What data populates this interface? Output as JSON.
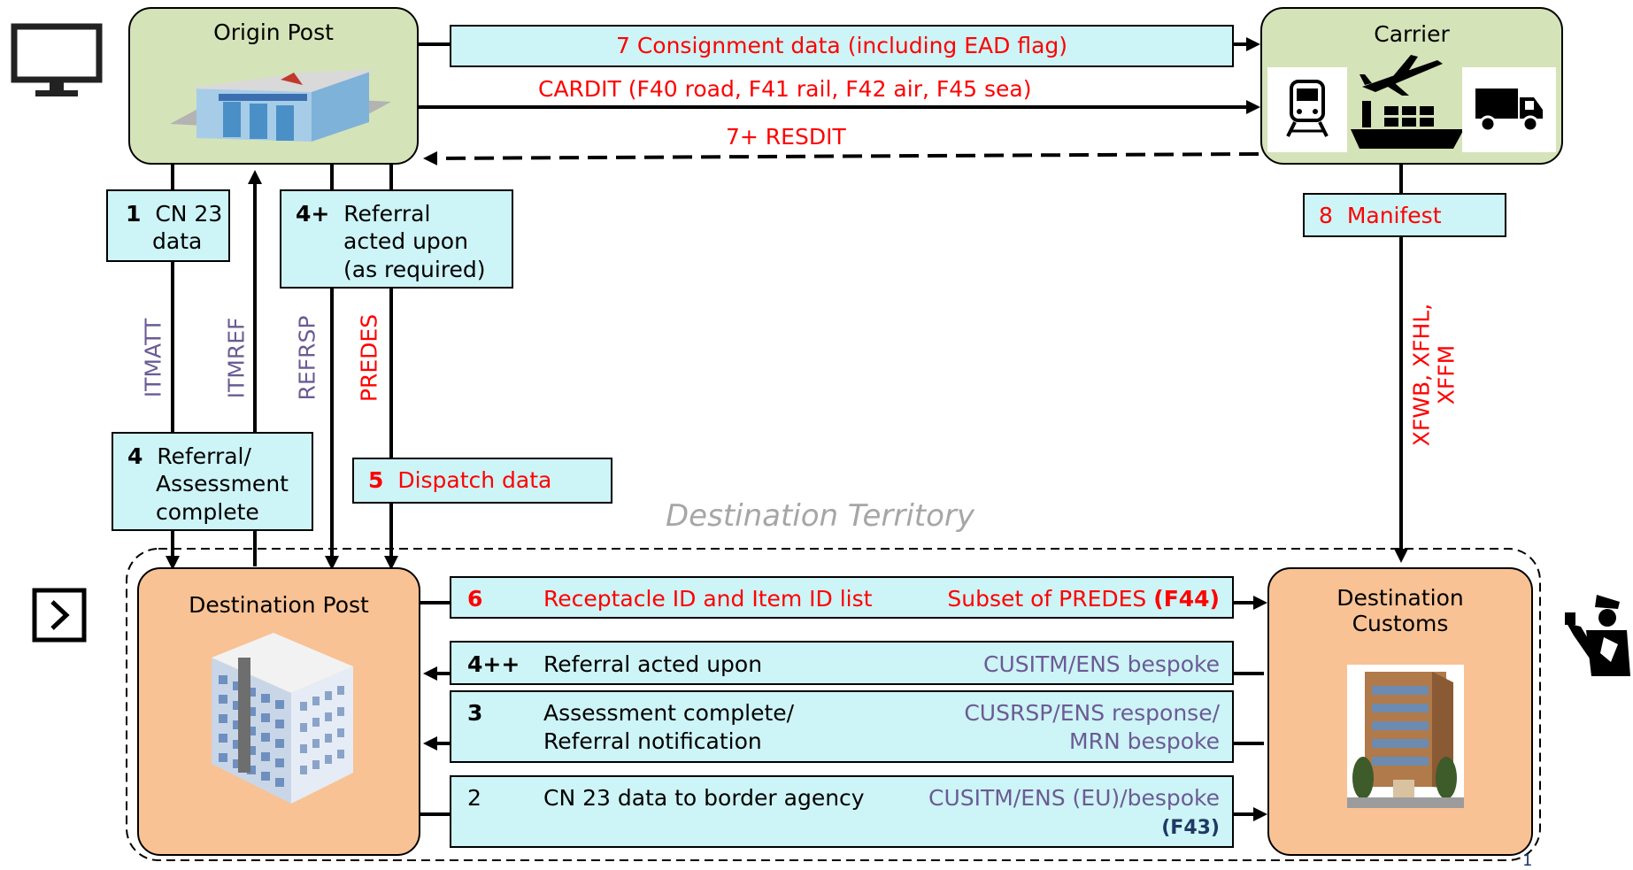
{
  "nodes": {
    "origin_post": "Origin Post",
    "carrier": "Carrier",
    "destination_post": "Destination Post",
    "destination_customs_line1": "Destination",
    "destination_customs_line2": "Customs"
  },
  "territory_label": "Destination Territory",
  "top_flows": {
    "consignment": "7  Consignment data (including EAD flag)",
    "cardit": "CARDIT  (F40 road, F41 rail, F42 air, F45 sea)",
    "resdit": "7+  RESDIT"
  },
  "left_boxes": {
    "cn23_num": "1",
    "cn23_line1": "CN 23",
    "cn23_line2": "data",
    "referral_acted_num": "4+",
    "referral_acted_line1": "Referral",
    "referral_acted_line2": "acted upon",
    "referral_acted_line3": "(as required)",
    "assessment_num": "4",
    "assessment_line1": "Referral/",
    "assessment_line2": "Assessment",
    "assessment_line3": "complete",
    "dispatch_num": "5",
    "dispatch_text": "Dispatch data"
  },
  "vertical_labels": {
    "itmatt": "ITMATT",
    "itmref": "ITMREF",
    "refrsp": "REFRSP",
    "predes": "PREDES",
    "xfwb_line1": "XFWB, XFHL,",
    "xfwb_line2": "XFFM"
  },
  "manifest": {
    "num": "8",
    "text": "Manifest"
  },
  "bottom_flows": [
    {
      "num": "6",
      "text": "Receptacle ID and Item ID list",
      "msg": "Subset of PREDES",
      "code": "(F44)"
    },
    {
      "num": "4++",
      "text": "Referral acted upon",
      "msg": "CUSITM/ENS bespoke"
    },
    {
      "num": "3",
      "text_line1": "Assessment complete/",
      "text_line2": "Referral notification",
      "msg_line1": "CUSRSP/ENS response/",
      "msg_line2": "MRN bespoke"
    },
    {
      "num": "2",
      "text": "CN 23 data to border agency",
      "msg": "CUSITM/ENS (EU)/bespoke",
      "code": "(F43)"
    }
  ],
  "page_number": "1",
  "icons": [
    "monitor-icon",
    "chevron-right-icon",
    "customs-officer-icon",
    "train-icon",
    "airplane-icon",
    "ship-icon",
    "truck-icon",
    "post-office-building-icon",
    "office-building-icon",
    "customs-building-icon"
  ],
  "colors": {
    "red": "#ff0000",
    "purple": "#6b5b95",
    "cyan_box": "#cdf4f6",
    "green_node": "#d5e3b8",
    "orange_node": "#f8c295"
  }
}
